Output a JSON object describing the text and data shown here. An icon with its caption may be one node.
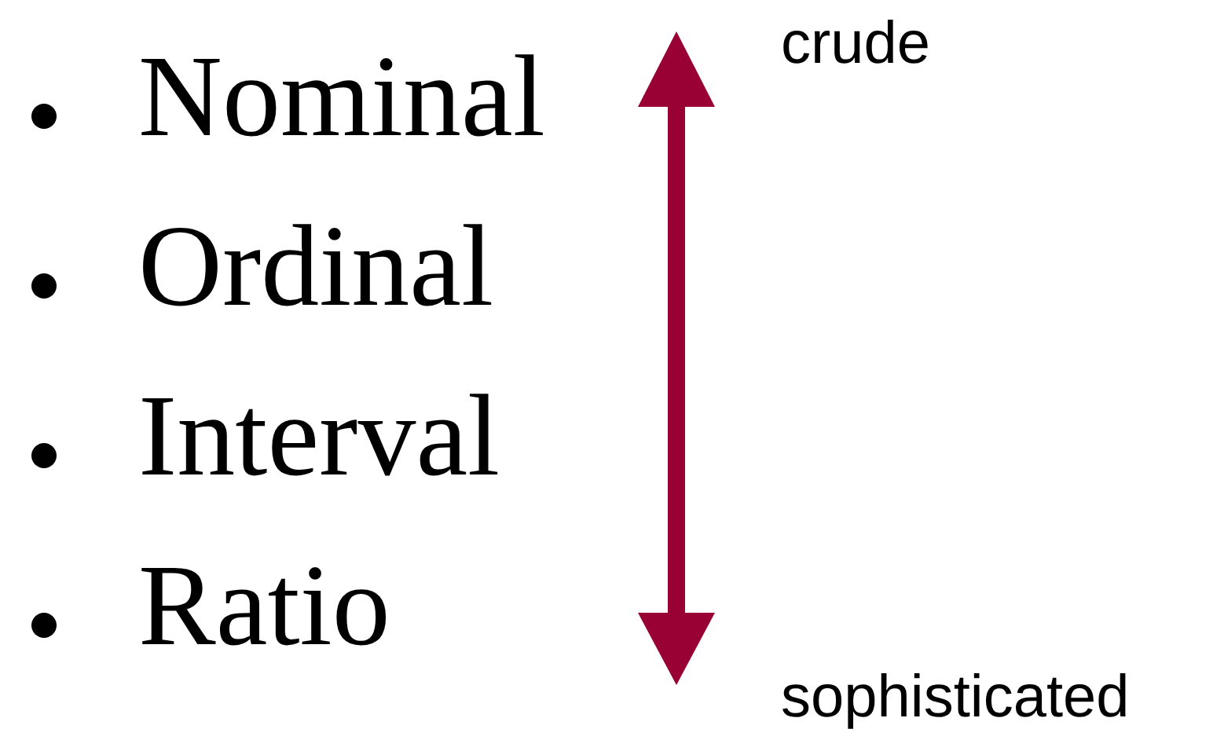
{
  "diagram": {
    "labels": [
      "Nominal",
      "Ordinal",
      "Interval",
      "Ratio",
      "crude",
      "sophisticated"
    ]
  }
}
